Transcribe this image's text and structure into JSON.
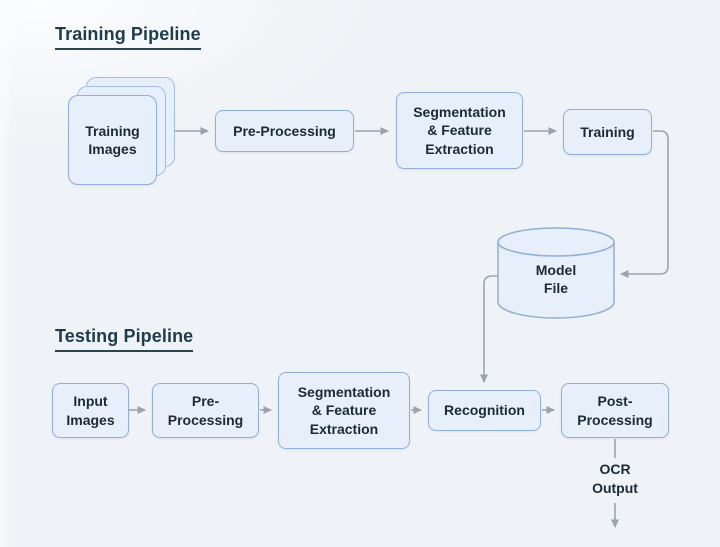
{
  "diagram_title": "OCR training and testing pipeline diagram",
  "colors": {
    "background": "#eff2f6",
    "node_fill": "#e7effa",
    "node_border": "#8fb0d8",
    "arrow": "#9aa4ad",
    "heading_text": "#1e3c49",
    "node_text": "#1b2a36"
  },
  "headings": {
    "training": "Training Pipeline",
    "testing": "Testing Pipeline"
  },
  "nodes": {
    "training_images": {
      "label": "Training\nImages",
      "shape": "stacked-cards"
    },
    "pre_processing_training": {
      "label": "Pre-Processing",
      "shape": "rounded-rect"
    },
    "segmentation_training": {
      "label": "Segmentation\n& Feature\nExtraction",
      "shape": "rounded-rect"
    },
    "training": {
      "label": "Training",
      "shape": "rounded-rect"
    },
    "model_file": {
      "label": "Model\nFile",
      "shape": "cylinder"
    },
    "input_images": {
      "label": "Input\nImages",
      "shape": "rounded-rect"
    },
    "pre_processing_testing": {
      "label": "Pre-\nProcessing",
      "shape": "rounded-rect"
    },
    "segmentation_testing": {
      "label": "Segmentation\n& Feature\nExtraction",
      "shape": "rounded-rect"
    },
    "recognition": {
      "label": "Recognition",
      "shape": "rounded-rect"
    },
    "post_processing": {
      "label": "Post-\nProcessing",
      "shape": "rounded-rect"
    }
  },
  "labels": {
    "ocr_output": "OCR\nOutput"
  },
  "connections": [
    {
      "from": "training_images",
      "to": "pre_processing_training"
    },
    {
      "from": "pre_processing_training",
      "to": "segmentation_training"
    },
    {
      "from": "segmentation_training",
      "to": "training"
    },
    {
      "from": "training",
      "to": "model_file"
    },
    {
      "from": "model_file",
      "to": "recognition"
    },
    {
      "from": "input_images",
      "to": "pre_processing_testing"
    },
    {
      "from": "pre_processing_testing",
      "to": "segmentation_testing"
    },
    {
      "from": "segmentation_testing",
      "to": "recognition"
    },
    {
      "from": "recognition",
      "to": "post_processing"
    },
    {
      "from": "post_processing",
      "to": "ocr_output"
    }
  ]
}
